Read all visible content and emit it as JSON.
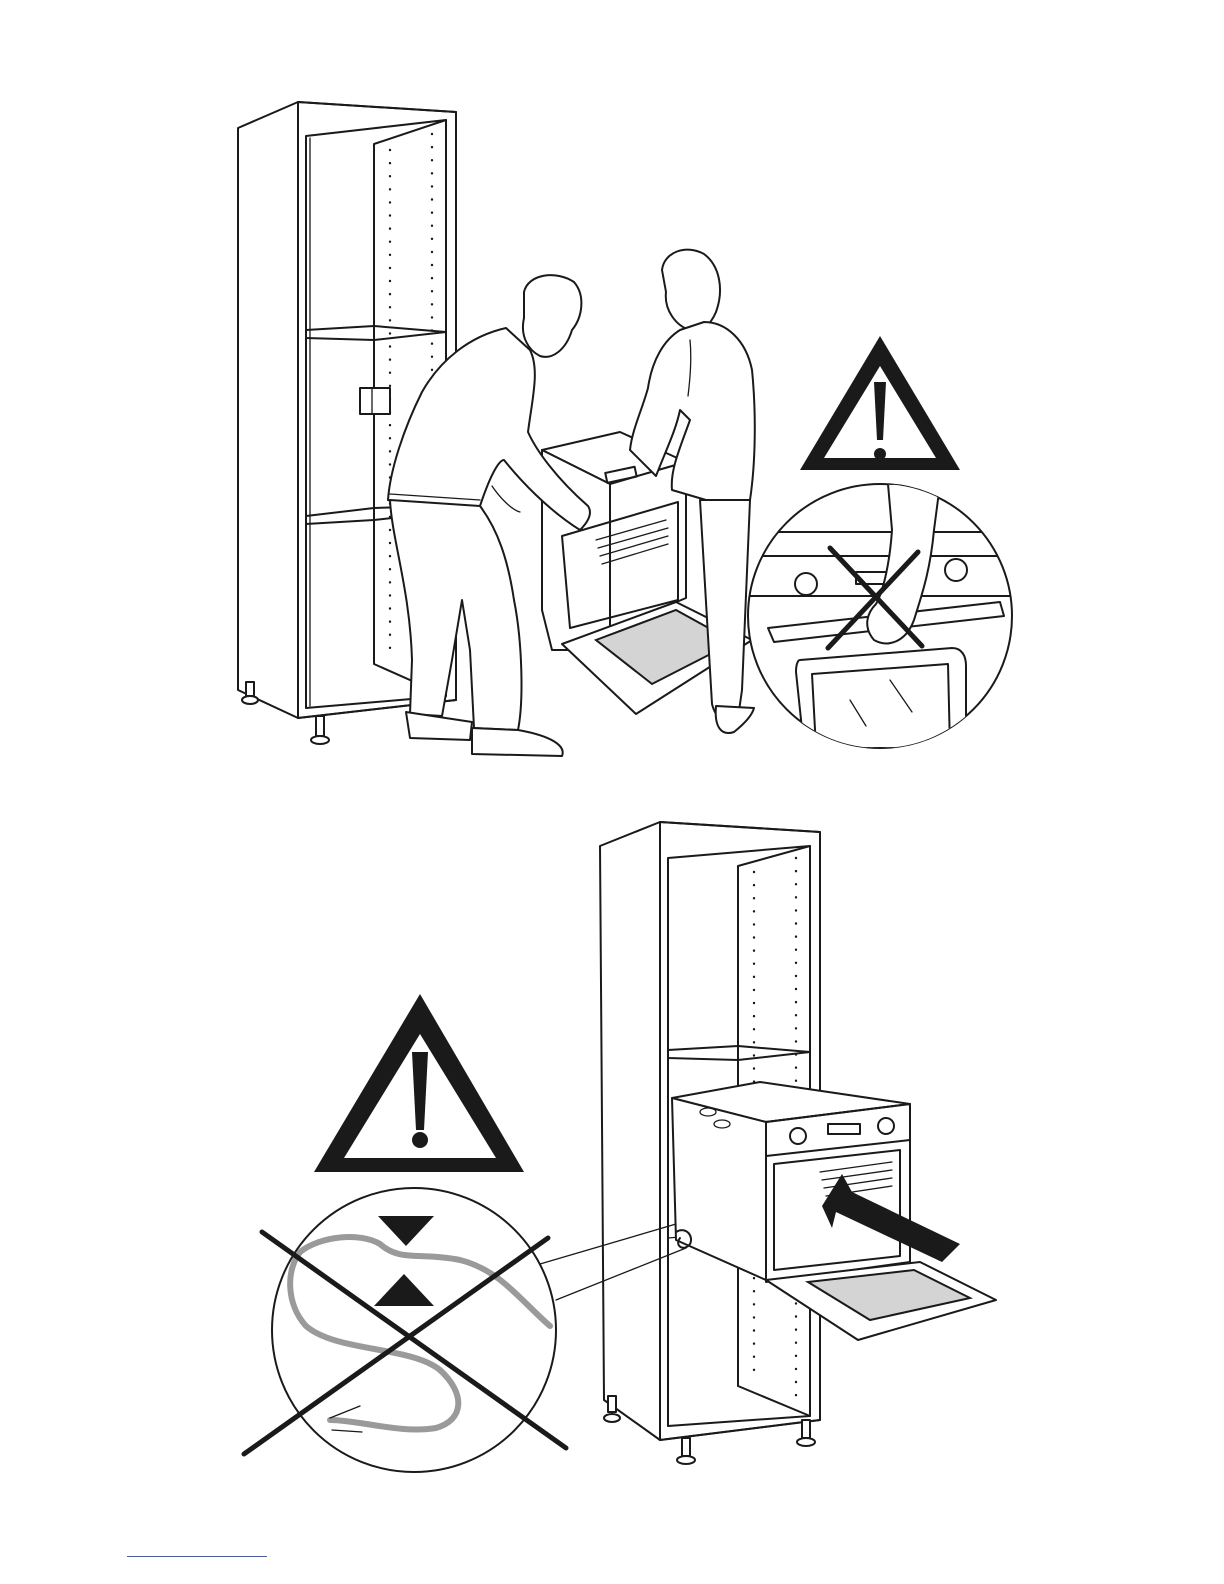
{
  "document": {
    "type": "installation-instructions-page",
    "panels": [
      {
        "name": "lift-oven-with-two-people",
        "warning": "warning-triangle-icon",
        "prohibited": "do-not-lift-by-door-handle"
      },
      {
        "name": "push-oven-into-cabinet",
        "warning": "warning-triangle-icon",
        "prohibited": "do-not-pinch-power-cable"
      }
    ],
    "icons": [
      "warning-triangle-icon",
      "prohibited-cross-icon",
      "push-arrow-icon",
      "pinch-arrows-icon"
    ],
    "colors": {
      "line": "#1a1a1a",
      "tray": "#d4d4d4",
      "cable": "#9a9a9a",
      "footer_rule": "#3b5bd6"
    }
  }
}
